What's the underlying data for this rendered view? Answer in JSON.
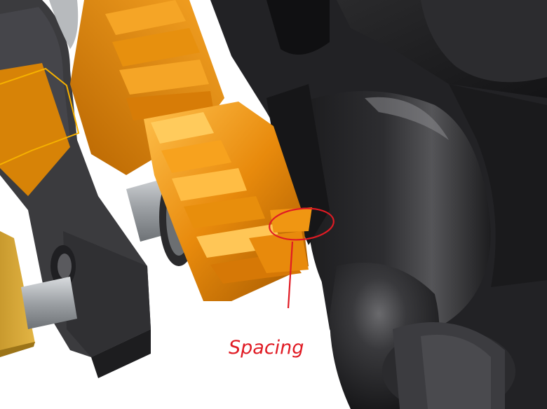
{
  "viewport": {
    "background": "#ffffff"
  },
  "colors": {
    "gear_orange": "#e8900c",
    "gear_light": "#ffbf4a",
    "gear_dark": "#a05700",
    "dark_part": "#3a3a3c",
    "dark_part_shadow": "#1b1b1d",
    "shaft_gray": "#b7babd",
    "selection_outline": "#f6b100",
    "annotation_red": "#e01b24"
  },
  "annotation": {
    "label": "Spacing",
    "marker": "circle-and-leader"
  },
  "parts": [
    {
      "name": "left-bracket",
      "color": "dark"
    },
    {
      "name": "upper-gear",
      "color": "orange"
    },
    {
      "name": "helical-gear",
      "color": "orange"
    },
    {
      "name": "shaft",
      "color": "gray"
    },
    {
      "name": "right-housing",
      "color": "dark"
    },
    {
      "name": "selected-face",
      "color": "yellow-outline"
    }
  ]
}
